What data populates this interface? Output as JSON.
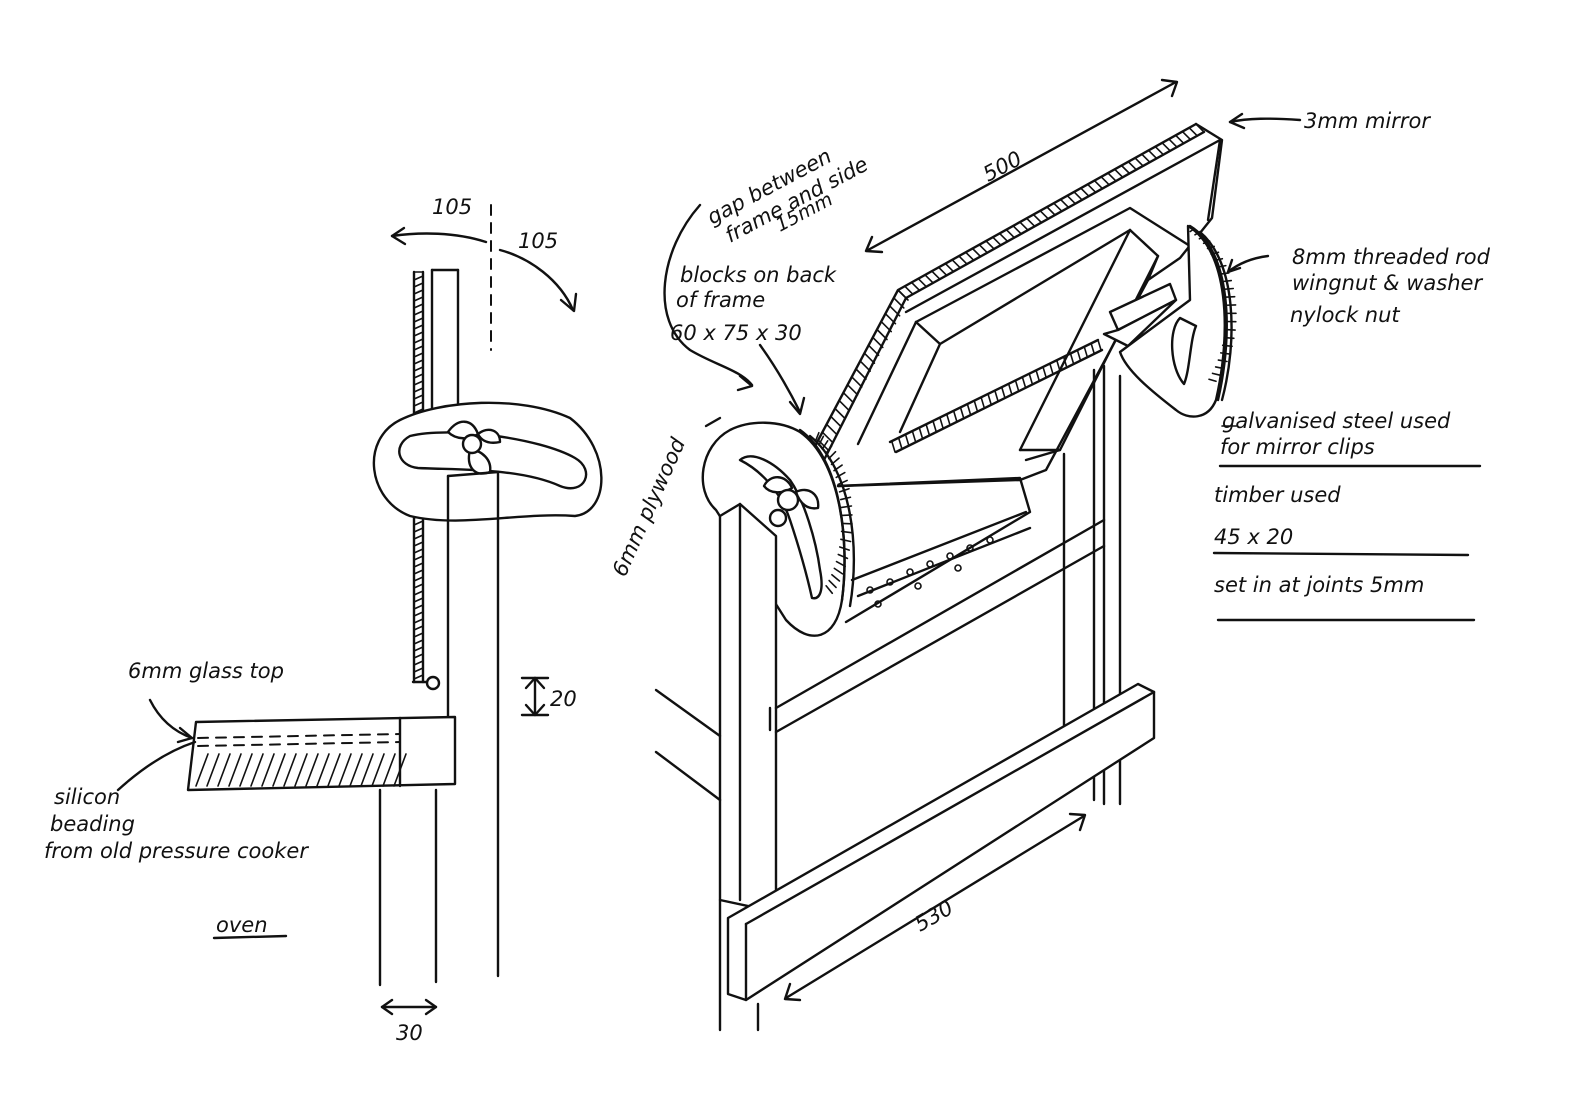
{
  "labels": {
    "top_dim_105_a": "105",
    "top_dim_105_b": "105",
    "dim_20": "20",
    "dim_30": "30",
    "glass_top": "6mm glass top",
    "silicon_1": "silicon",
    "silicon_2": "beading",
    "silicon_3": "from old pressure cooker",
    "oven": "oven",
    "gap_1": "gap between",
    "gap_2": "frame and side",
    "gap_3": "15mm",
    "blocks_1": "blocks on back",
    "blocks_2": "of frame",
    "blocks_3": "60 x 75 x 30",
    "plywood": "6mm plywood",
    "dim_500": "500",
    "mirror": "3mm mirror",
    "rod_1": "8mm threaded rod",
    "rod_2": "wingnut & washer",
    "rod_3": "nylock nut",
    "steel_1": "galvanised steel used",
    "steel_2": "for mirror clips",
    "timber_1": "timber used",
    "timber_2": "45 x 20",
    "set_in": "set in at joints  5mm",
    "dim_530": "530"
  }
}
